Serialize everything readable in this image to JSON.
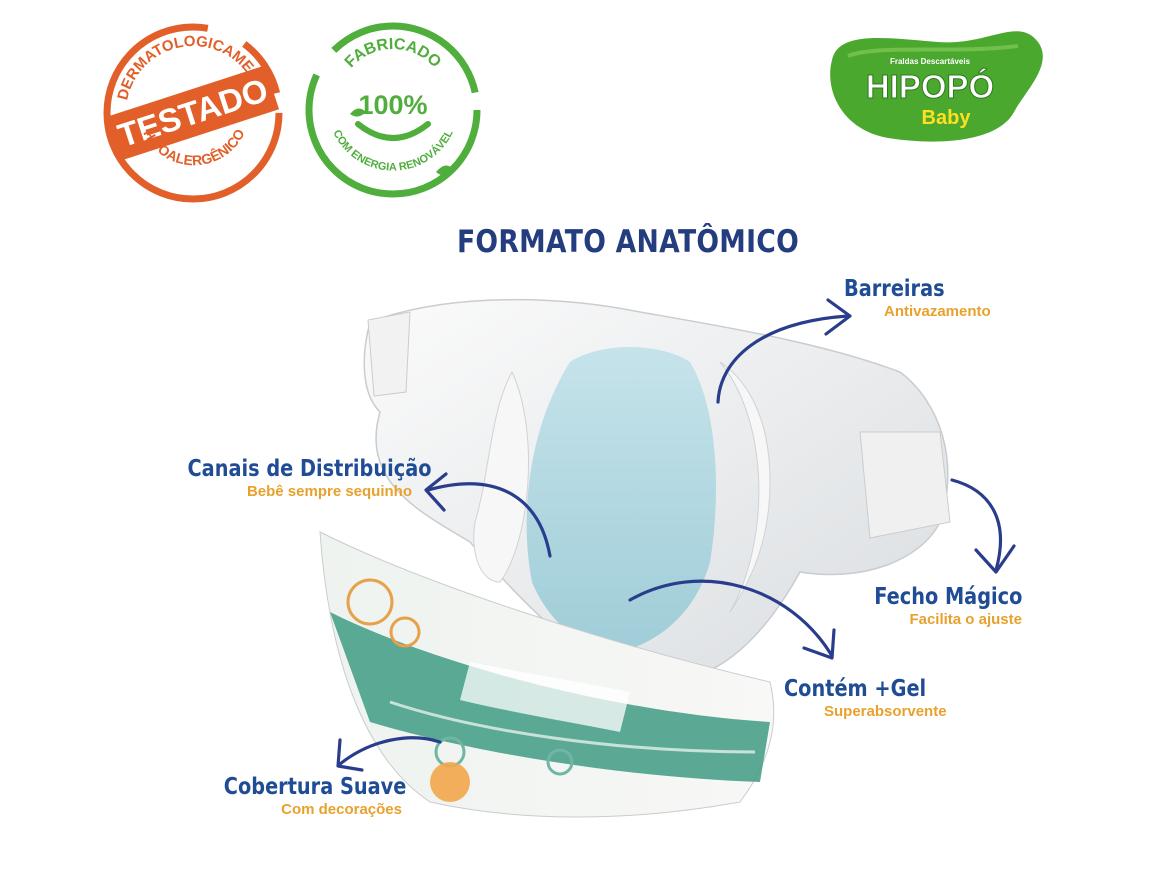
{
  "stamps": {
    "derm": {
      "top_arc": "DERMATOLOGICAMENTE",
      "center": "TESTADO",
      "bottom_arc": "HIPOALERGÊNICO",
      "color": "#e25f2a"
    },
    "energy": {
      "top_arc": "FABRICADO",
      "center": "100%",
      "bottom_arc": "COM ENERGIA RENOVÁVEL",
      "color": "#4fae3c"
    }
  },
  "logo": {
    "tagline": "Fraldas Descartáveis",
    "brand": "HIPOPÓ",
    "sub": "Baby",
    "colors": {
      "blob": "#4aa82f",
      "sub": "#ffe021"
    }
  },
  "title": "FORMATO ANATÔMICO",
  "callouts": {
    "barreiras": {
      "main": "Barreiras",
      "sub": "Antivazamento"
    },
    "canais": {
      "main": "Canais de Distribuição",
      "sub": "Bebê sempre sequinho"
    },
    "fecho": {
      "main": "Fecho Mágico",
      "sub": "Facilita o ajuste"
    },
    "gel": {
      "main": "Contém +Gel",
      "sub": "Superabsorvente"
    },
    "cobertura": {
      "main": "Cobertura Suave",
      "sub": "Com decorações"
    }
  },
  "colors": {
    "navy": "#233d7f",
    "blue": "#1f4c94",
    "orange": "#e8a12c",
    "arrow": "#2a3d8c"
  }
}
